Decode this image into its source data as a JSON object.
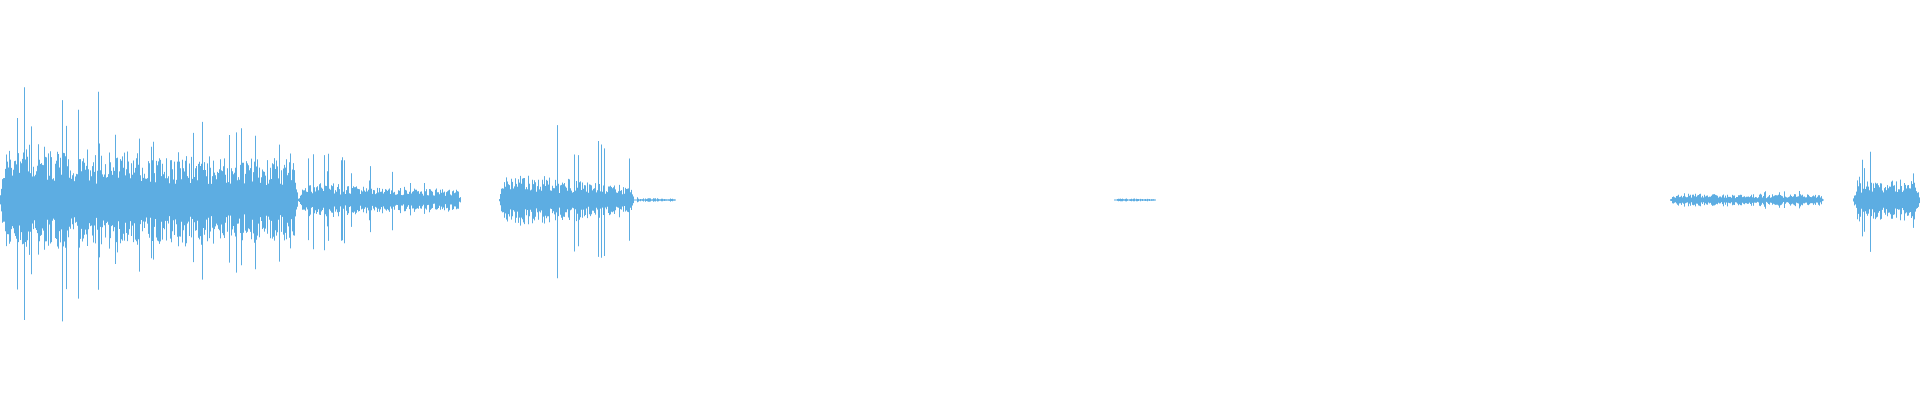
{
  "waveform": {
    "color": "#5dade2",
    "background": "#ffffff",
    "segments": [
      {
        "start": 0.0,
        "end": 0.155,
        "peak": 0.58,
        "body": 0.3,
        "decay": 0.45
      },
      {
        "start": 0.155,
        "end": 0.24,
        "peak": 0.3,
        "body": 0.1,
        "decay": 0.75
      },
      {
        "start": 0.26,
        "end": 0.33,
        "peak": 0.58,
        "body": 0.14,
        "decay": 0.55
      },
      {
        "start": 0.33,
        "end": 0.352,
        "peak": 0.02,
        "body": 0.01,
        "decay": 0.2
      },
      {
        "start": 0.58,
        "end": 0.602,
        "peak": 0.01,
        "body": 0.008,
        "decay": 0.1
      },
      {
        "start": 0.87,
        "end": 0.95,
        "peak": 0.06,
        "body": 0.035,
        "decay": 0.15
      },
      {
        "start": 0.965,
        "end": 1.0,
        "peak": 0.24,
        "body": 0.12,
        "decay": 0.2
      }
    ]
  }
}
